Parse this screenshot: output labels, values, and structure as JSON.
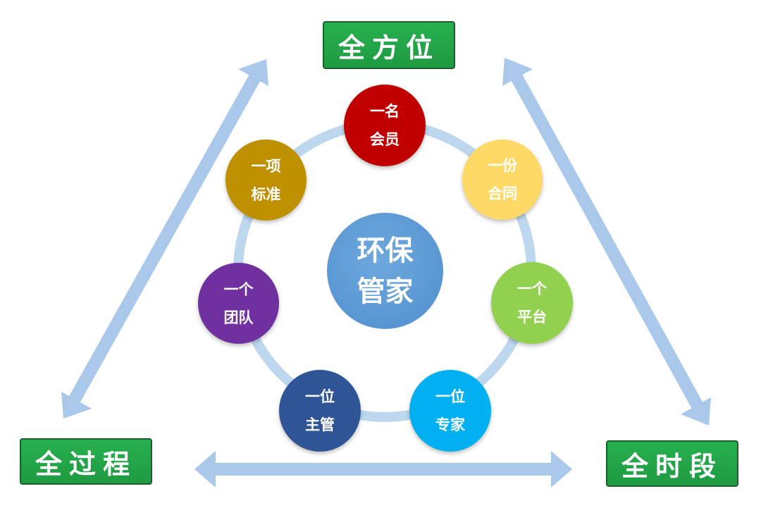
{
  "labels": {
    "top": "全方位",
    "bottom_left": "全过程",
    "bottom_right": "全时段"
  },
  "center": {
    "line1": "环保",
    "line2": "管家"
  },
  "nodes": [
    {
      "line1": "一名",
      "line2": "会员",
      "color": "#c00000"
    },
    {
      "line1": "一份",
      "line2": "合同",
      "color": "#ffd966"
    },
    {
      "line1": "一个",
      "line2": "平台",
      "color": "#92d050"
    },
    {
      "line1": "一位",
      "line2": "专家",
      "color": "#00b0f0"
    },
    {
      "line1": "一位",
      "line2": "主管",
      "color": "#2f5597"
    },
    {
      "line1": "一个",
      "line2": "团队",
      "color": "#7030a0"
    },
    {
      "line1": "一项",
      "line2": "标准",
      "color": "#bf9000"
    }
  ],
  "colors": {
    "arrow": "#a9c8ea",
    "ring": "#bdd7ee",
    "label_bg": "#22a548"
  }
}
